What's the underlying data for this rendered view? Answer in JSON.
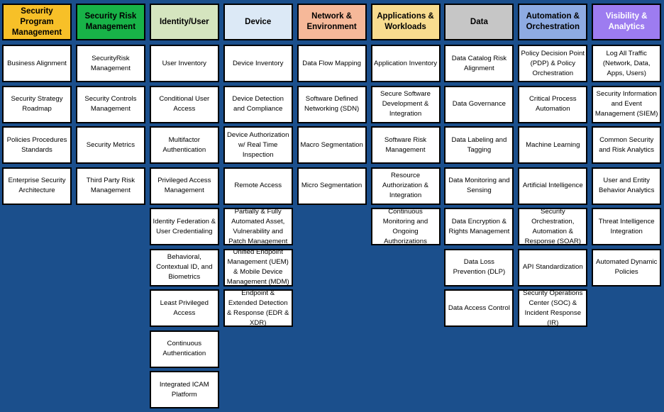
{
  "pillars": [
    {
      "title": "Security Program Management",
      "color": "#f7c028",
      "text_color": "#000000",
      "items": [
        "Business Alignment",
        "Security Strategy Roadmap",
        "Policies Procedures Standards",
        "Enterprise Security Architecture"
      ]
    },
    {
      "title": "Security Risk Management",
      "color": "#18b348",
      "text_color": "#000000",
      "items": [
        "SecurityRisk Management",
        "Security Controls Management",
        "Security Metrics",
        "Third Party Risk Management"
      ]
    },
    {
      "title": "Identity/User",
      "color": "#d5e5bf",
      "text_color": "#000000",
      "items": [
        "User Inventory",
        "Conditional User Access",
        "Multifactor Authentication",
        "Privileged Access Management",
        "Identity Federation & User Credentialing",
        "Behavioral, Contextual ID, and Biometrics",
        "Least Privileged Access",
        "Continuous Authentication",
        "Integrated ICAM Platform"
      ]
    },
    {
      "title": "Device",
      "color": "#dce9f6",
      "text_color": "#000000",
      "items": [
        "Device Inventory",
        "Device Detection and Compliance",
        "Device Authorization w/ Real Time Inspection",
        "Remote Access",
        "Partially & Fully Automated Asset, Vulnerability and Patch Management",
        "Unified Endpoint Management (UEM) & Mobile Device Management (MDM)",
        "Endpoint & Extended Detection & Response (EDR & XDR)"
      ]
    },
    {
      "title": "Network & Environment",
      "color": "#f6b899",
      "text_color": "#000000",
      "items": [
        "Data Flow Mapping",
        "Software Defined Networking (SDN)",
        "Macro Segmentation",
        "Micro Segmentation"
      ]
    },
    {
      "title": "Applications & Workloads",
      "color": "#f8dc8f",
      "text_color": "#000000",
      "items": [
        "Application Inventory",
        "Secure Software Development & Integration",
        "Software Risk Management",
        "Resource Authorization & Integration",
        "Continuous Monitoring and Ongoing Authorizations"
      ]
    },
    {
      "title": "Data",
      "color": "#c6c6c6",
      "text_color": "#000000",
      "items": [
        "Data Catalog Risk Alignment",
        "Data Governance",
        "Data Labeling and Tagging",
        "Data Monitoring and Sensing",
        "Data Encryption & Rights Management",
        "Data Loss Prevention (DLP)",
        "Data Access Control"
      ]
    },
    {
      "title": "Automation & Orchestration",
      "color": "#8eabe2",
      "text_color": "#000000",
      "items": [
        "Policy Decision Point (PDP) & Policy Orchestration",
        "Critical Process Automation",
        "Machine Learning",
        "Artificial Intelligence",
        "Security Orchestration, Automation & Response (SOAR)",
        "API Standardization",
        "Security Operations Center (SOC) & Incident Response (IR)"
      ]
    },
    {
      "title": "Visibility & Analytics",
      "color": "#9d7cf0",
      "text_color": "#ffffff",
      "items": [
        "Log All Traffic (Network, Data, Apps, Users)",
        "Security Information and Event Management (SIEM)",
        "Common Security and Risk Analytics",
        "User and Entity Behavior Analytics",
        "Threat Intelligence Integration",
        "Automated Dynamic Policies"
      ]
    }
  ]
}
